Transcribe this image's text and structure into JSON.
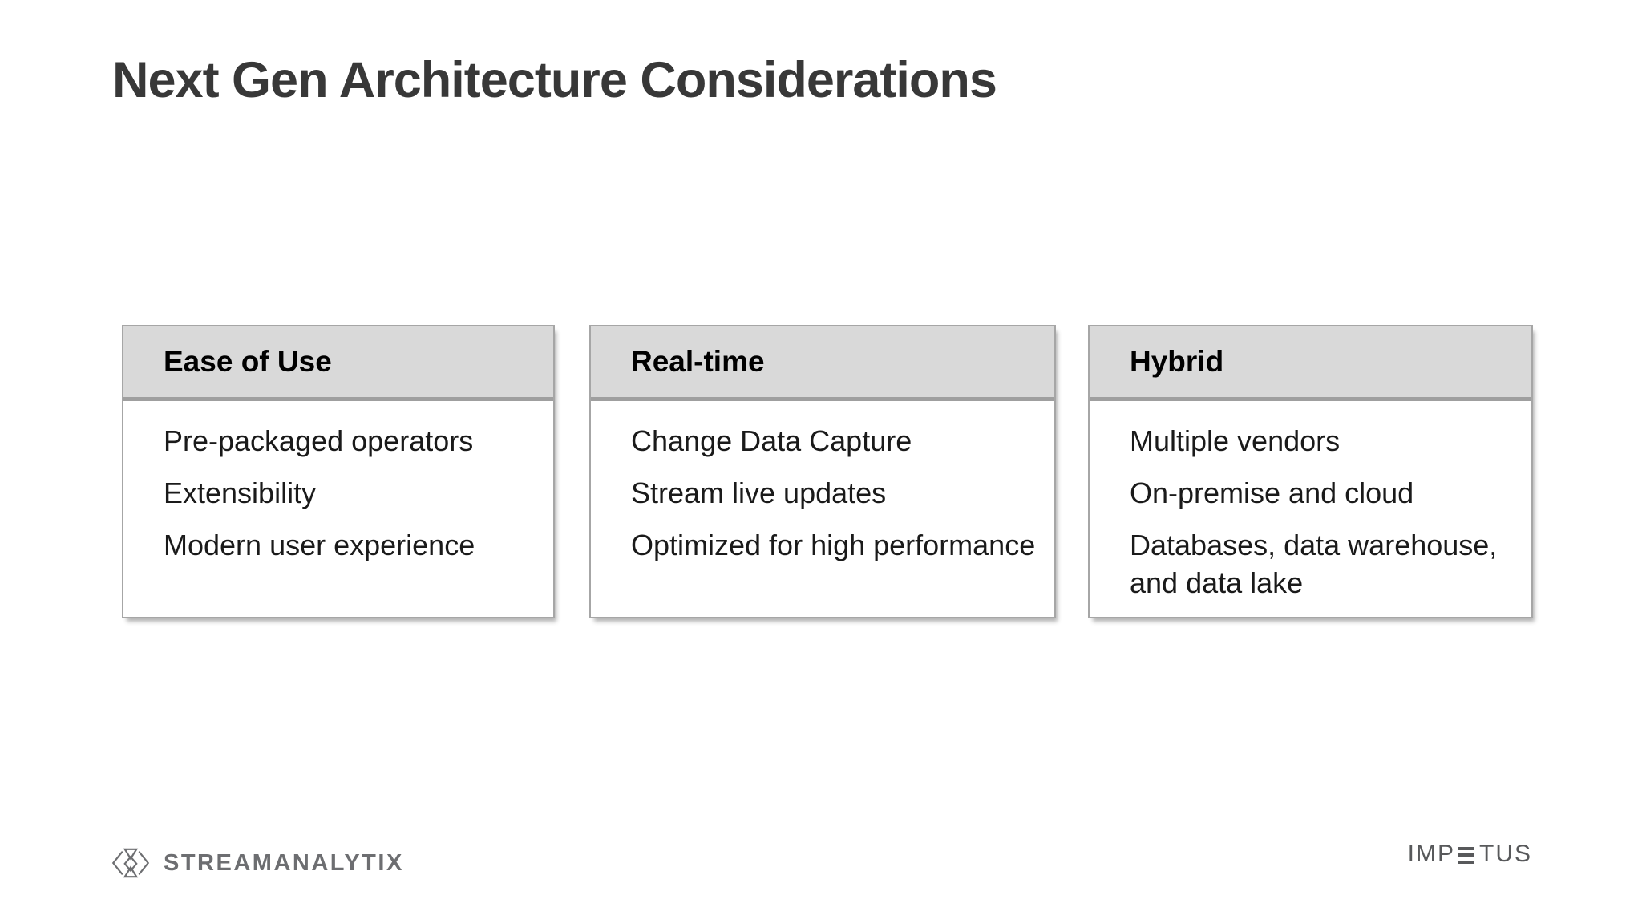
{
  "slide": {
    "title": "Next Gen Architecture Considerations"
  },
  "cards": [
    {
      "header": "Ease of Use",
      "items": [
        "Pre-packaged operators",
        "Extensibility",
        "Modern user experience"
      ]
    },
    {
      "header": "Real-time",
      "items": [
        "Change Data Capture",
        "Stream live updates",
        "Optimized for high performance"
      ]
    },
    {
      "header": "Hybrid",
      "items": [
        "Multiple vendors",
        "On-premise and cloud",
        "Databases, data warehouse, and data lake"
      ]
    }
  ],
  "footer": {
    "streamanalytix": {
      "wordmark": "STREAMANALYTIX",
      "icon": "streamanalytix-diamond-icon"
    },
    "impetus": {
      "name": "IMPETUS",
      "prefix": "IMP",
      "suffix": "TUS",
      "icon": "impetus-e-bars-icon"
    }
  },
  "colors": {
    "title_text": "#383838",
    "card_header_bg": "#d9d9d9",
    "card_border": "#a6a6a6",
    "card_header_text": "#000000",
    "body_text": "#1a1a1a",
    "streamanalytix_gray": "#6d6e71",
    "impetus_gray": "#58595b"
  }
}
